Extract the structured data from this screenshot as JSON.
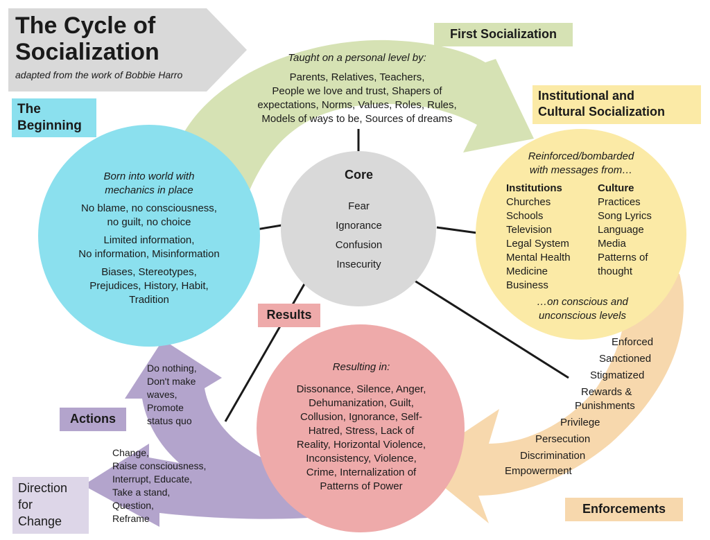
{
  "title": {
    "line1": "The Cycle of",
    "line2": "Socialization",
    "subtitle": "adapted from the work of Bobbie Harro"
  },
  "labels": {
    "beginning": [
      "The",
      "Beginning"
    ],
    "first_socialization": "First Socialization",
    "institutional": [
      "Institutional and",
      "Cultural Socialization"
    ],
    "enforcements": "Enforcements",
    "results": "Results",
    "actions": "Actions",
    "direction": [
      "Direction",
      "for",
      "Change"
    ]
  },
  "beginning_circle": {
    "intro": [
      "Born into world with",
      "mechanics in place"
    ],
    "groups": [
      [
        "No blame, no consciousness,",
        "no guilt, no choice"
      ],
      [
        "Limited information,",
        "No information, Misinformation"
      ],
      [
        "Biases, Stereotypes,",
        "Prejudices, History, Habit,",
        "Tradition"
      ]
    ]
  },
  "first_arrow": {
    "intro": "Taught on a personal level by:",
    "lines": [
      "Parents, Relatives, Teachers,",
      "People we love and trust, Shapers of",
      "expectations, Norms, Values, Roles, Rules,",
      "Models of ways to be, Sources of dreams"
    ]
  },
  "core": {
    "title": "Core",
    "items": [
      "Fear",
      "Ignorance",
      "Confusion",
      "Insecurity"
    ]
  },
  "institutional_circle": {
    "intro": [
      "Reinforced/bombarded",
      "with messages from…"
    ],
    "institutions_header": "Institutions",
    "institutions": [
      "Churches",
      "Schools",
      "Television",
      "Legal System",
      "Mental Health",
      "Medicine",
      "Business"
    ],
    "culture_header": "Culture",
    "culture": [
      "Practices",
      "Song Lyrics",
      "Language",
      "Media",
      "Patterns of",
      "thought"
    ],
    "outro": [
      "…on conscious and",
      "unconscious levels"
    ]
  },
  "enforcement_list": [
    "Enforced",
    "Sanctioned",
    "Stigmatized",
    "Rewards &",
    "Punishments",
    "Privilege",
    "Persecution",
    "Discrimination",
    "Empowerment"
  ],
  "results_circle": {
    "intro": "Resulting in:",
    "lines": [
      "Dissonance, Silence, Anger,",
      "Dehumanization, Guilt,",
      "Collusion, Ignorance, Self-",
      "Hatred, Stress, Lack of",
      "Reality, Horizontal Violence,",
      "Inconsistency, Violence,",
      "Crime, Internalization of",
      "Patterns of Power"
    ]
  },
  "actions_upper": [
    "Do nothing,",
    "Don't make",
    "waves,",
    "Promote",
    "status quo"
  ],
  "actions_lower": [
    "Change,",
    "Raise consciousness,",
    "Interrupt, Educate,",
    "Take a stand,",
    "Question,",
    "Reframe"
  ],
  "colors": {
    "title_arrow": "#d9d9d9",
    "beginning": "#8be0ee",
    "first_arrow": "#d6e2b4",
    "core": "#d9d9d9",
    "institutional": "#fbeaa6",
    "enforcement_arrow": "#f7d8ad",
    "results": "#eeaaaa",
    "actions": "#b3a4cc",
    "direction": "#ddd6e8"
  }
}
